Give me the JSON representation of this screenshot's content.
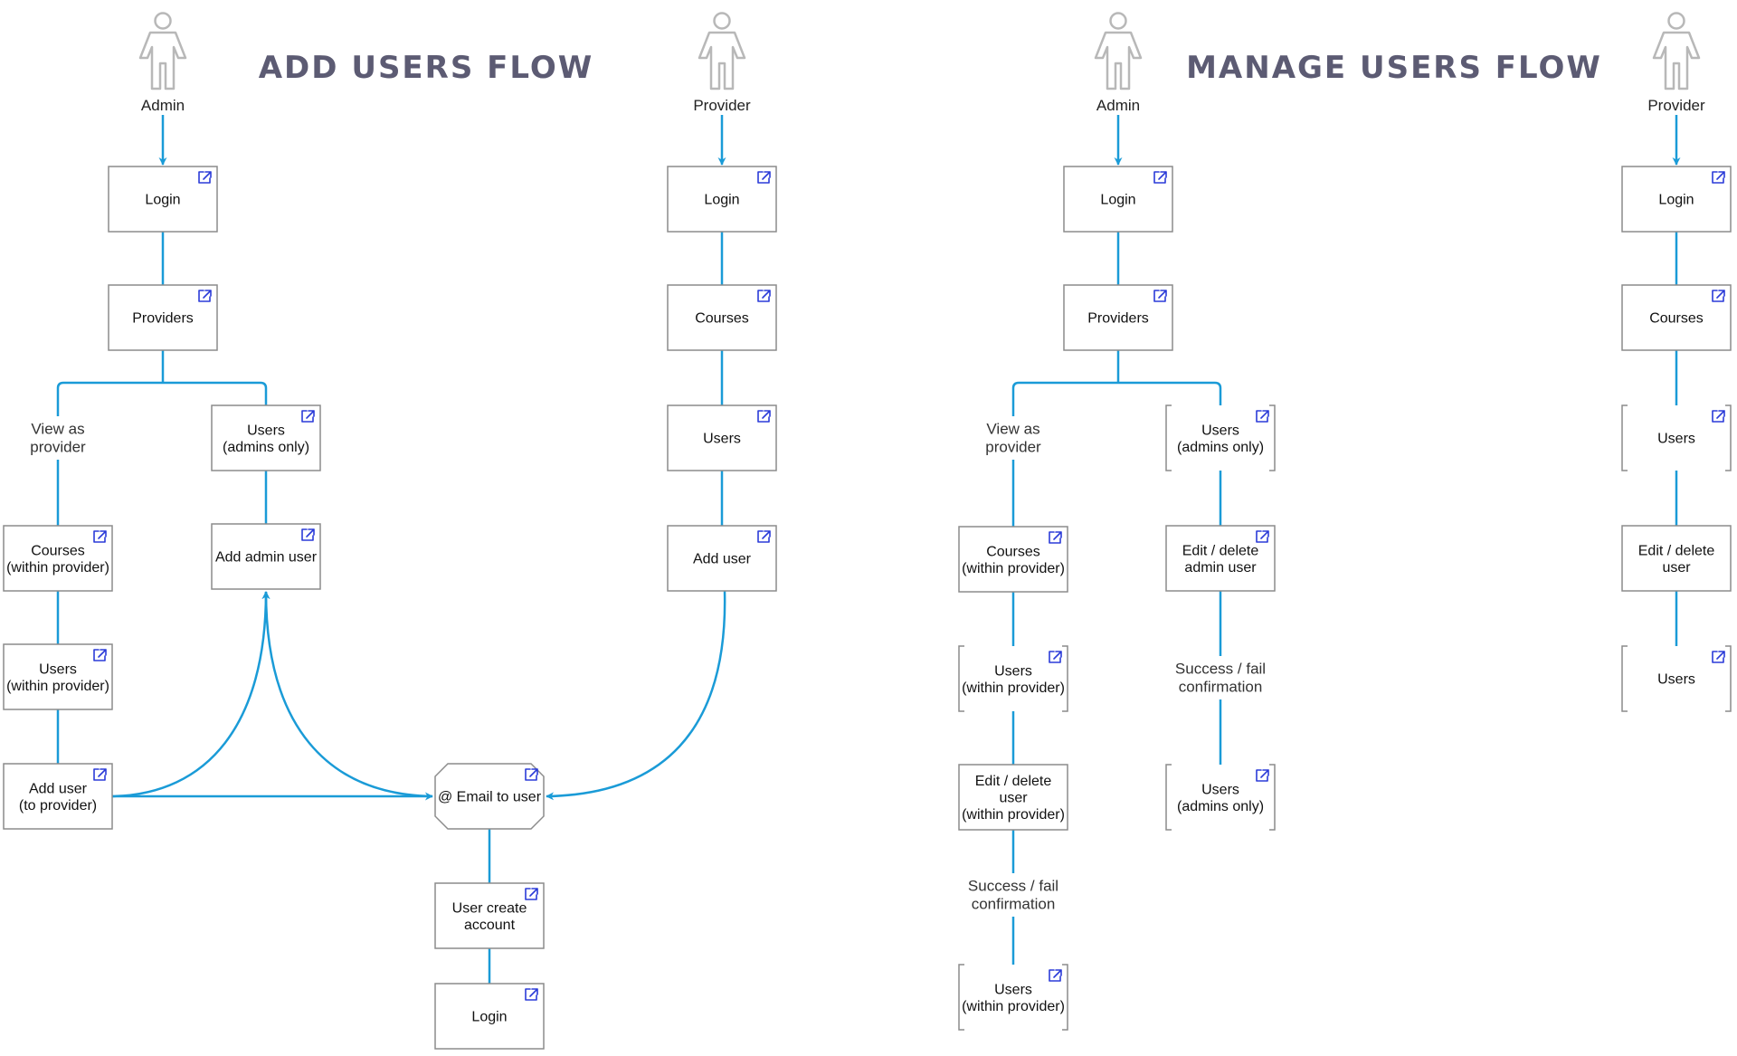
{
  "colors": {
    "flow": "#1a9bd7",
    "box_border": "#8c8c8c",
    "link_icon": "#2b3bd8",
    "title": "#5c5b73",
    "actor": "#b8b8b8"
  },
  "titles": {
    "add": "ADD USERS FLOW",
    "manage": "MANAGE USERS FLOW"
  },
  "actors": [
    {
      "id": "a1",
      "label": "Admin"
    },
    {
      "id": "a2",
      "label": "Provider"
    },
    {
      "id": "a3",
      "label": "Admin"
    },
    {
      "id": "a4",
      "label": "Provider"
    }
  ],
  "nodes": [
    {
      "id": "n1",
      "label": [
        "Login"
      ],
      "style": "solid",
      "link": true
    },
    {
      "id": "n2",
      "label": [
        "Providers"
      ],
      "style": "solid",
      "link": true
    },
    {
      "id": "n3",
      "label": [
        "View as",
        "provider"
      ],
      "style": "text",
      "link": false
    },
    {
      "id": "n4",
      "label": [
        "Users",
        "(admins only)"
      ],
      "style": "solid",
      "link": true
    },
    {
      "id": "n5",
      "label": [
        "Courses",
        "(within provider)"
      ],
      "style": "solid",
      "link": true
    },
    {
      "id": "n6",
      "label": [
        "Add admin user"
      ],
      "style": "solid",
      "link": true
    },
    {
      "id": "n7",
      "label": [
        "Users",
        "(within provider)"
      ],
      "style": "solid",
      "link": true
    },
    {
      "id": "n8",
      "label": [
        "Add user",
        "(to provider)"
      ],
      "style": "solid",
      "link": true
    },
    {
      "id": "n9",
      "label": [
        "@ Email to user"
      ],
      "style": "octagon",
      "link": true
    },
    {
      "id": "n10",
      "label": [
        "User create",
        "account"
      ],
      "style": "solid",
      "link": true
    },
    {
      "id": "n11",
      "label": [
        "Login"
      ],
      "style": "solid",
      "link": true
    },
    {
      "id": "n12",
      "label": [
        "Login"
      ],
      "style": "solid",
      "link": true
    },
    {
      "id": "n13",
      "label": [
        "Courses"
      ],
      "style": "solid",
      "link": true
    },
    {
      "id": "n14",
      "label": [
        "Users"
      ],
      "style": "solid",
      "link": true
    },
    {
      "id": "n15",
      "label": [
        "Add user"
      ],
      "style": "solid",
      "link": true
    },
    {
      "id": "n16",
      "label": [
        "Login"
      ],
      "style": "solid",
      "link": true
    },
    {
      "id": "n17",
      "label": [
        "Providers"
      ],
      "style": "solid",
      "link": true
    },
    {
      "id": "n18",
      "label": [
        "View as",
        "provider"
      ],
      "style": "text",
      "link": false
    },
    {
      "id": "n19",
      "label": [
        "Users",
        "(admins only)"
      ],
      "style": "bracket",
      "link": true
    },
    {
      "id": "n20",
      "label": [
        "Courses",
        "(within provider)"
      ],
      "style": "solid",
      "link": true
    },
    {
      "id": "n21",
      "label": [
        "Edit / delete",
        "admin user"
      ],
      "style": "solid",
      "link": true
    },
    {
      "id": "n22",
      "label": [
        "Users",
        "(within provider)"
      ],
      "style": "bracket",
      "link": true
    },
    {
      "id": "n23",
      "label": [
        "Success / fail",
        "confirmation"
      ],
      "style": "text",
      "link": false
    },
    {
      "id": "n24",
      "label": [
        "Edit / delete",
        "user",
        "(within provider)"
      ],
      "style": "solid",
      "link": false
    },
    {
      "id": "n25",
      "label": [
        "Users",
        "(admins only)"
      ],
      "style": "bracket",
      "link": true
    },
    {
      "id": "n26",
      "label": [
        "Success / fail",
        "confirmation"
      ],
      "style": "text",
      "link": false
    },
    {
      "id": "n27",
      "label": [
        "Users",
        "(within provider)"
      ],
      "style": "bracket",
      "link": true
    },
    {
      "id": "n28",
      "label": [
        "Login"
      ],
      "style": "solid",
      "link": true
    },
    {
      "id": "n29",
      "label": [
        "Courses"
      ],
      "style": "solid",
      "link": true
    },
    {
      "id": "n30",
      "label": [
        "Users"
      ],
      "style": "bracket",
      "link": true
    },
    {
      "id": "n31",
      "label": [
        "Edit / delete",
        "user"
      ],
      "style": "solid",
      "link": false
    },
    {
      "id": "n32",
      "label": [
        "Users"
      ],
      "style": "bracket",
      "link": true
    }
  ]
}
